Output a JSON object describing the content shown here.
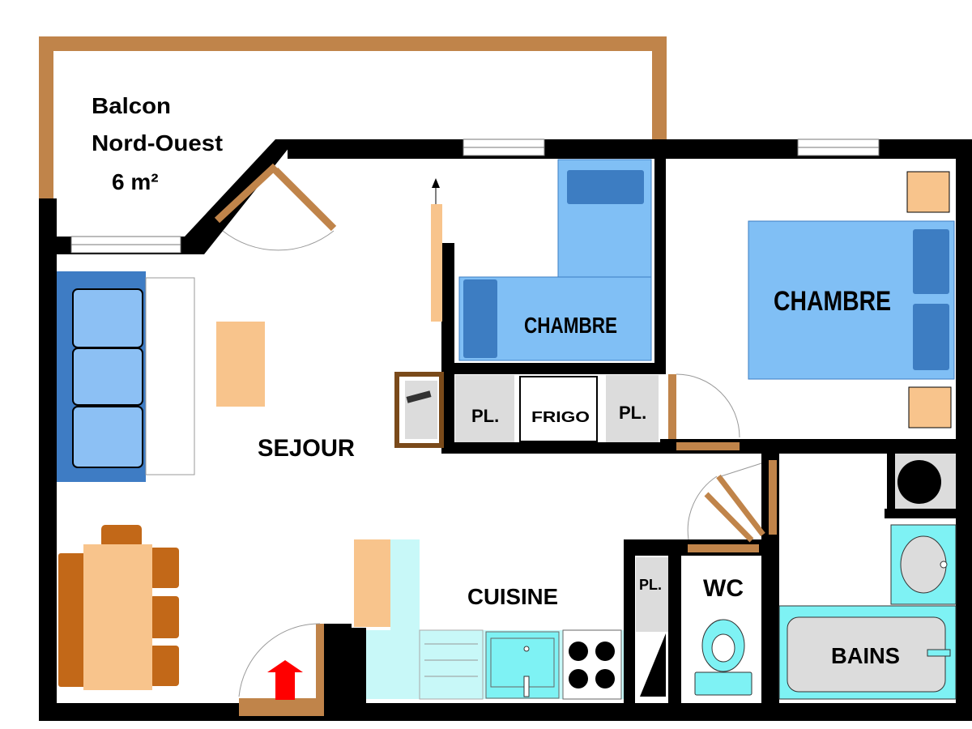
{
  "rooms": {
    "balcony_name": "Balcon",
    "balcony_orientation": "Nord-Ouest",
    "balcony_area": "6  m²",
    "living_room": "SEJOUR",
    "bedroom_1": "CHAMBRE",
    "bedroom_2": "CHAMBRE",
    "kitchen": "CUISINE",
    "wc": "WC",
    "bathroom": "BAINS"
  },
  "fixtures": {
    "cupboard_left": "PL.",
    "fridge": "FRIGO",
    "cupboard_right": "PL.",
    "cupboard_wc": "PL."
  },
  "colors": {
    "wall": "#000000",
    "balcony_rail": "#c0844a",
    "door_wood": "#c0844a",
    "sofa_frame": "#3e7cc4",
    "sofa_cushion": "#8cc0f4",
    "bed": "#80bff5",
    "pillow": "#3d7dc2",
    "table": "#f8c48c",
    "chair": "#c26818",
    "kitchen": "#c8f8f8",
    "sink": "#7ef2f4",
    "cupboard": "#dcdcdc",
    "entrance_arrow": "#ff0000"
  }
}
